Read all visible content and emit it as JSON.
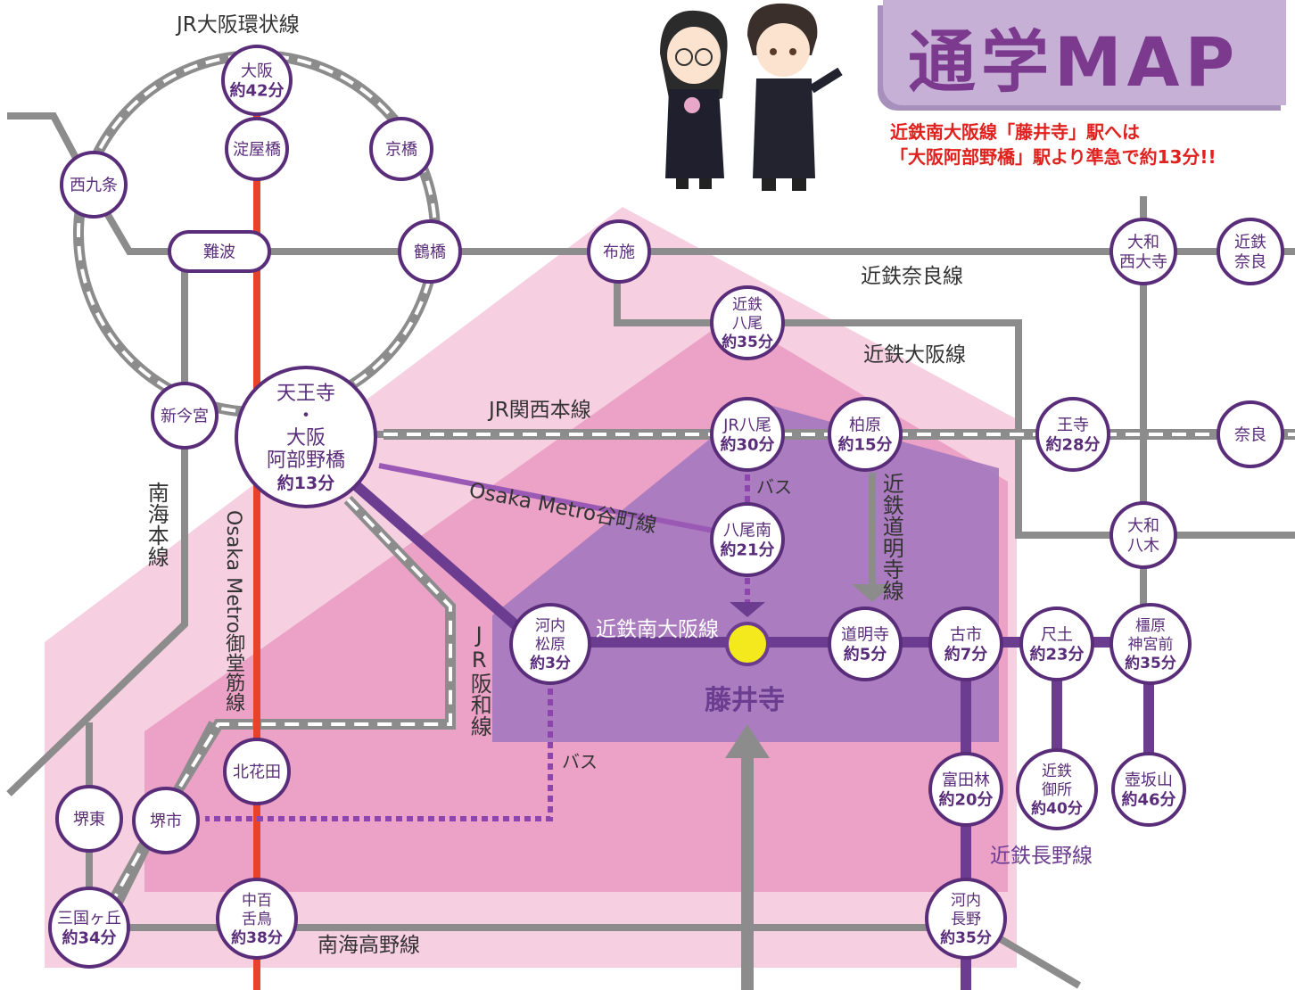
{
  "title": "通学MAP",
  "notice": {
    "line1": "近鉄南大阪線「藤井寺」駅へは",
    "line2": "「大阪阿部野橋」駅より準急で約13分!!"
  },
  "line_labels": {
    "jr_loop": "JR大阪環状線",
    "kintetsu_nara": "近鉄奈良線",
    "kintetsu_osaka": "近鉄大阪線",
    "jr_kansai": "JR関西本線",
    "metro_tanimachi": "Osaka Metro谷町線",
    "kintetsu_domyoji": "近鉄道明寺線",
    "kintetsu_minami_osaka": "近鉄南大阪線",
    "nankai_main": "南海本線",
    "metro_midosuji": "Osaka Metro御堂筋線",
    "jr_hanwa": "JR阪和線",
    "kintetsu_nagano": "近鉄長野線",
    "nankai_koya": "南海高野線",
    "bus1": "バス",
    "bus2": "バス"
  },
  "destination": {
    "name": "藤井寺"
  },
  "stations": {
    "osaka": [
      "大阪",
      "約42分"
    ],
    "yodoyabashi": [
      "淀屋橋"
    ],
    "kyobashi": [
      "京橋"
    ],
    "nishikujo": [
      "西九条"
    ],
    "namba": [
      "難波"
    ],
    "tsuruhashi": [
      "鶴橋"
    ],
    "fuse": [
      "布施"
    ],
    "yamato_saidaiji": [
      "大和",
      "西大寺"
    ],
    "kintetsu_nara": [
      "近鉄",
      "奈良"
    ],
    "kintetsu_yao": [
      "近鉄",
      "八尾",
      "約35分"
    ],
    "shin_imamiya": [
      "新今宮"
    ],
    "tennoji": [
      "天王寺",
      "・",
      "大阪",
      "阿部野橋",
      "約13分"
    ],
    "jr_yao": [
      "JR八尾",
      "約30分"
    ],
    "kashiwara": [
      "柏原",
      "約15分"
    ],
    "oji": [
      "王寺",
      "約28分"
    ],
    "nara": [
      "奈良"
    ],
    "yao_minami": [
      "八尾南",
      "約21分"
    ],
    "yamato_yagi": [
      "大和",
      "八木"
    ],
    "kawachi_matsubara": [
      "河内",
      "松原",
      "約3分"
    ],
    "domyoji": [
      "道明寺",
      "約5分"
    ],
    "furuichi": [
      "古市",
      "約7分"
    ],
    "shakudo": [
      "尺土",
      "約23分"
    ],
    "kashiharajingumae": [
      "橿原",
      "神宮前",
      "約35分"
    ],
    "kitahanada": [
      "北花田"
    ],
    "tondabayashi": [
      "富田林",
      "約20分"
    ],
    "kintetsu_gose": [
      "近鉄",
      "御所",
      "約40分"
    ],
    "tsubosakayama": [
      "壺坂山",
      "約46分"
    ],
    "sakaihigashi": [
      "堺東"
    ],
    "sakaishi": [
      "堺市"
    ],
    "mikunigaoka": [
      "三国ヶ丘",
      "約34分"
    ],
    "nakamozu": [
      "中百",
      "舌鳥",
      "約38分"
    ],
    "kawachi_nagano": [
      "河内",
      "長野",
      "約35分"
    ]
  },
  "colors": {
    "zone_outer": "#f6cfe0",
    "zone_mid": "#eca2c6",
    "zone_inner": "#b07cc0",
    "rail_gray": "#8c8c8c",
    "metro_red": "#e8432a",
    "kintetsu_purple": "#6b3c90",
    "station_border": "#5a2d7a",
    "station_text": "#5a2d7a",
    "destination_fill": "#f4e91c",
    "title_purple": "#7b3a8d",
    "notice_red": "#e0211d"
  }
}
